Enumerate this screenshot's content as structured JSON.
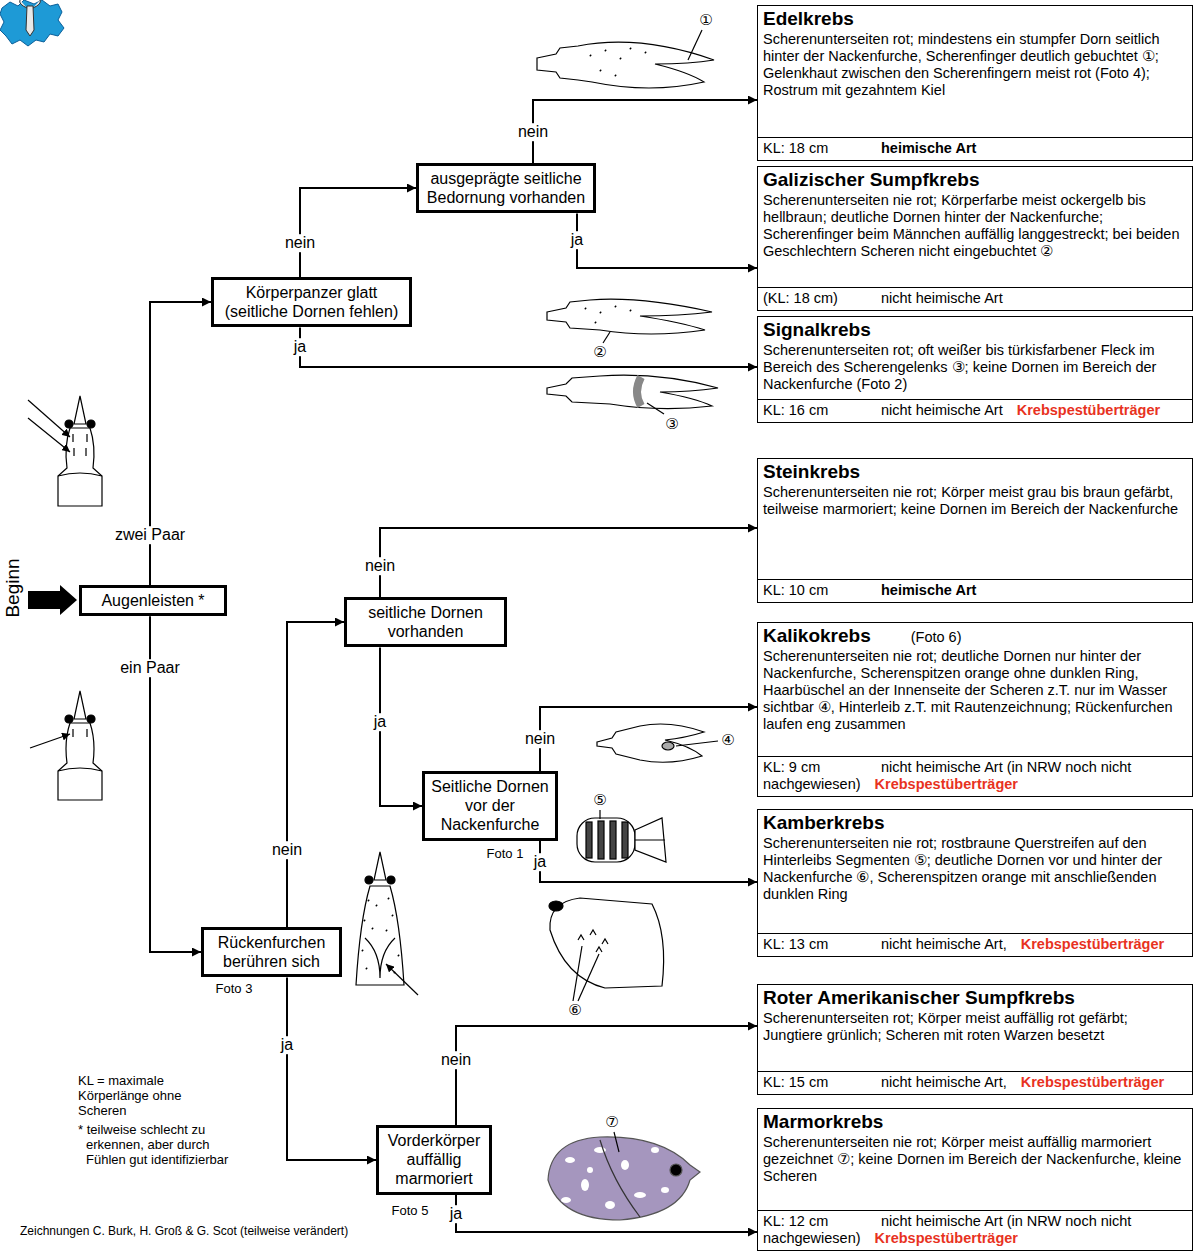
{
  "diagram": {
    "nodes": [
      {
        "text": [
          "Edelkrebs",
          "Scherenunterseiten rot; mindestens ein stumpfer Dorn seitlich hinter der Nackenfurche, Scherenfinger deutlich gebuchtet ①; Gelenkhaut zwischen den Scherenfingern meist rot (Foto 4); Rostrum mit gezahntem Kiel",
          "KL: 18 cm",
          "heimische Art"
        ]
      },
      {
        "text": [
          "ausgeprägte seitliche Bedornung vorhanden"
        ]
      },
      {
        "text": [
          "Galizischer Sumpfkrebs",
          "Scherenunterseiten nie rot; Körperfarbe meist ockergelb bis hellbraun; deutliche Dornen hinter der Nackenfurche; Scherenfinger beim Männchen auffällig langgestreckt; bei beiden Geschlechtern Scheren nicht eingebuchtet ②",
          "(KL: 18 cm)",
          "nicht heimische Art"
        ]
      },
      {
        "text": [
          "Körperpanzer glatt (seitliche Dornen fehlen)"
        ]
      },
      {
        "text": [
          "Signalkrebs",
          "Scherenunterseiten rot; oft weißer bis türkisfarbener Fleck im Bereich des Scherengelenks ③; keine Dornen im Bereich der Nackenfurche (Foto 2)",
          "KL: 16 cm",
          "nicht heimische Art",
          "Krebspestüberträger"
        ]
      },
      {
        "text": [
          "Steinkrebs",
          "Scherenunterseiten nie rot; Körper meist grau bis braun gefärbt, teilweise marmoriert; keine Dornen im Bereich der Nackenfurche",
          "KL: 10 cm",
          "heimische Art"
        ]
      },
      {
        "text": [
          "Augenleisten *"
        ]
      },
      {
        "text": [
          "seitliche Dornen vorhanden"
        ]
      },
      {
        "text": [
          "Kalikokrebs",
          "(Foto 6)",
          "Scherenunterseiten nie rot; deutliche Dornen nur hinter der Nackenfurche, Scherenspitzen orange ohne dunklen Ring, Haarbüschel an der Innenseite der Scheren z.T. nur im Wasser sichtbar ④, Hinterleib z.T. mit Rautenzeichnung; Rückenfurchen laufen eng zusammen",
          "KL: 9 cm",
          "nicht heimische Art (in NRW noch nicht nachgewiesen)",
          "Krebspestüberträger"
        ]
      },
      {
        "text": [
          "Seitliche Dornen vor der Nackenfurche"
        ]
      },
      {
        "text": [
          "Kamberkrebs",
          "Scherenunterseiten nie rot; rostbraune Querstreifen auf den Hinterleibs Segmenten ⑤; deutliche Dornen vor und hinter der Nackenfurche ⑥, Scherenspitzen orange mit anschließenden dunklen Ring",
          "KL: 13 cm",
          "nicht heimische Art,",
          "Krebspestüberträger"
        ]
      },
      {
        "text": [
          "Rückenfurchen berühren sich"
        ]
      },
      {
        "text": [
          "Roter Amerikanischer Sumpfkrebs",
          "Scherenunterseiten rot; Körper meist auffällig rot gefärbt; Jungtiere grünlich; Scheren mit roten Warzen besetzt",
          "KL: 15 cm",
          "nicht heimische Art,",
          "Krebspestüberträger"
        ]
      },
      {
        "text": [
          "Vorderkörper auffällig marmoriert"
        ]
      },
      {
        "text": [
          "Marmorkrebs",
          "Scherenunterseiten nie rot; Körper meist auffällig marmoriert gezeichnet ⑦; keine Dornen im Bereich der Nackenfurche, kleine Scheren",
          "KL: 12 cm",
          "nicht heimische Art (in NRW noch nicht nachgewiesen)",
          "Krebspestüberträger"
        ]
      }
    ],
    "edges": [
      {
        "from": 6,
        "to": 3,
        "label": "zwei Paar",
        "arrow": "to"
      },
      {
        "from": 6,
        "to": 11,
        "label": "ein Paar",
        "arrow": "to"
      },
      {
        "from": 3,
        "to": 1,
        "label": "nein",
        "arrow": "to"
      },
      {
        "from": 3,
        "to": 4,
        "label": "ja",
        "arrow": "to"
      },
      {
        "from": 1,
        "to": 0,
        "label": "nein",
        "arrow": "to"
      },
      {
        "from": 1,
        "to": 2,
        "label": "ja",
        "arrow": "to"
      },
      {
        "from": 11,
        "to": 7,
        "label": "nein",
        "arrow": "to"
      },
      {
        "from": 11,
        "to": 13,
        "label": "ja",
        "arrow": "to"
      },
      {
        "from": 7,
        "to": 5,
        "label": "nein",
        "arrow": "to"
      },
      {
        "from": 7,
        "to": 9,
        "label": "ja",
        "arrow": "to"
      },
      {
        "from": 9,
        "to": 8,
        "label": "nein",
        "arrow": "to"
      },
      {
        "from": 9,
        "to": 10,
        "label": "ja",
        "arrow": "to"
      },
      {
        "from": 13,
        "to": 12,
        "label": "nein",
        "arrow": "to"
      },
      {
        "from": 13,
        "to": 14,
        "label": "ja",
        "arrow": "to"
      }
    ],
    "labels": [
      "Beginn",
      "①",
      "②",
      "③",
      "④",
      "⑤",
      "⑥",
      "⑦",
      "Foto 1",
      "Foto 3",
      "Foto 5",
      "KL = maximale Körperlänge ohne Scheren",
      "* teilweise schlecht zu erkennen, aber durch Fühlen gut identifizierbar",
      "Zeichnungen C. Burk, H. Groß & G. Scot (teilweise verändert)"
    ]
  }
}
